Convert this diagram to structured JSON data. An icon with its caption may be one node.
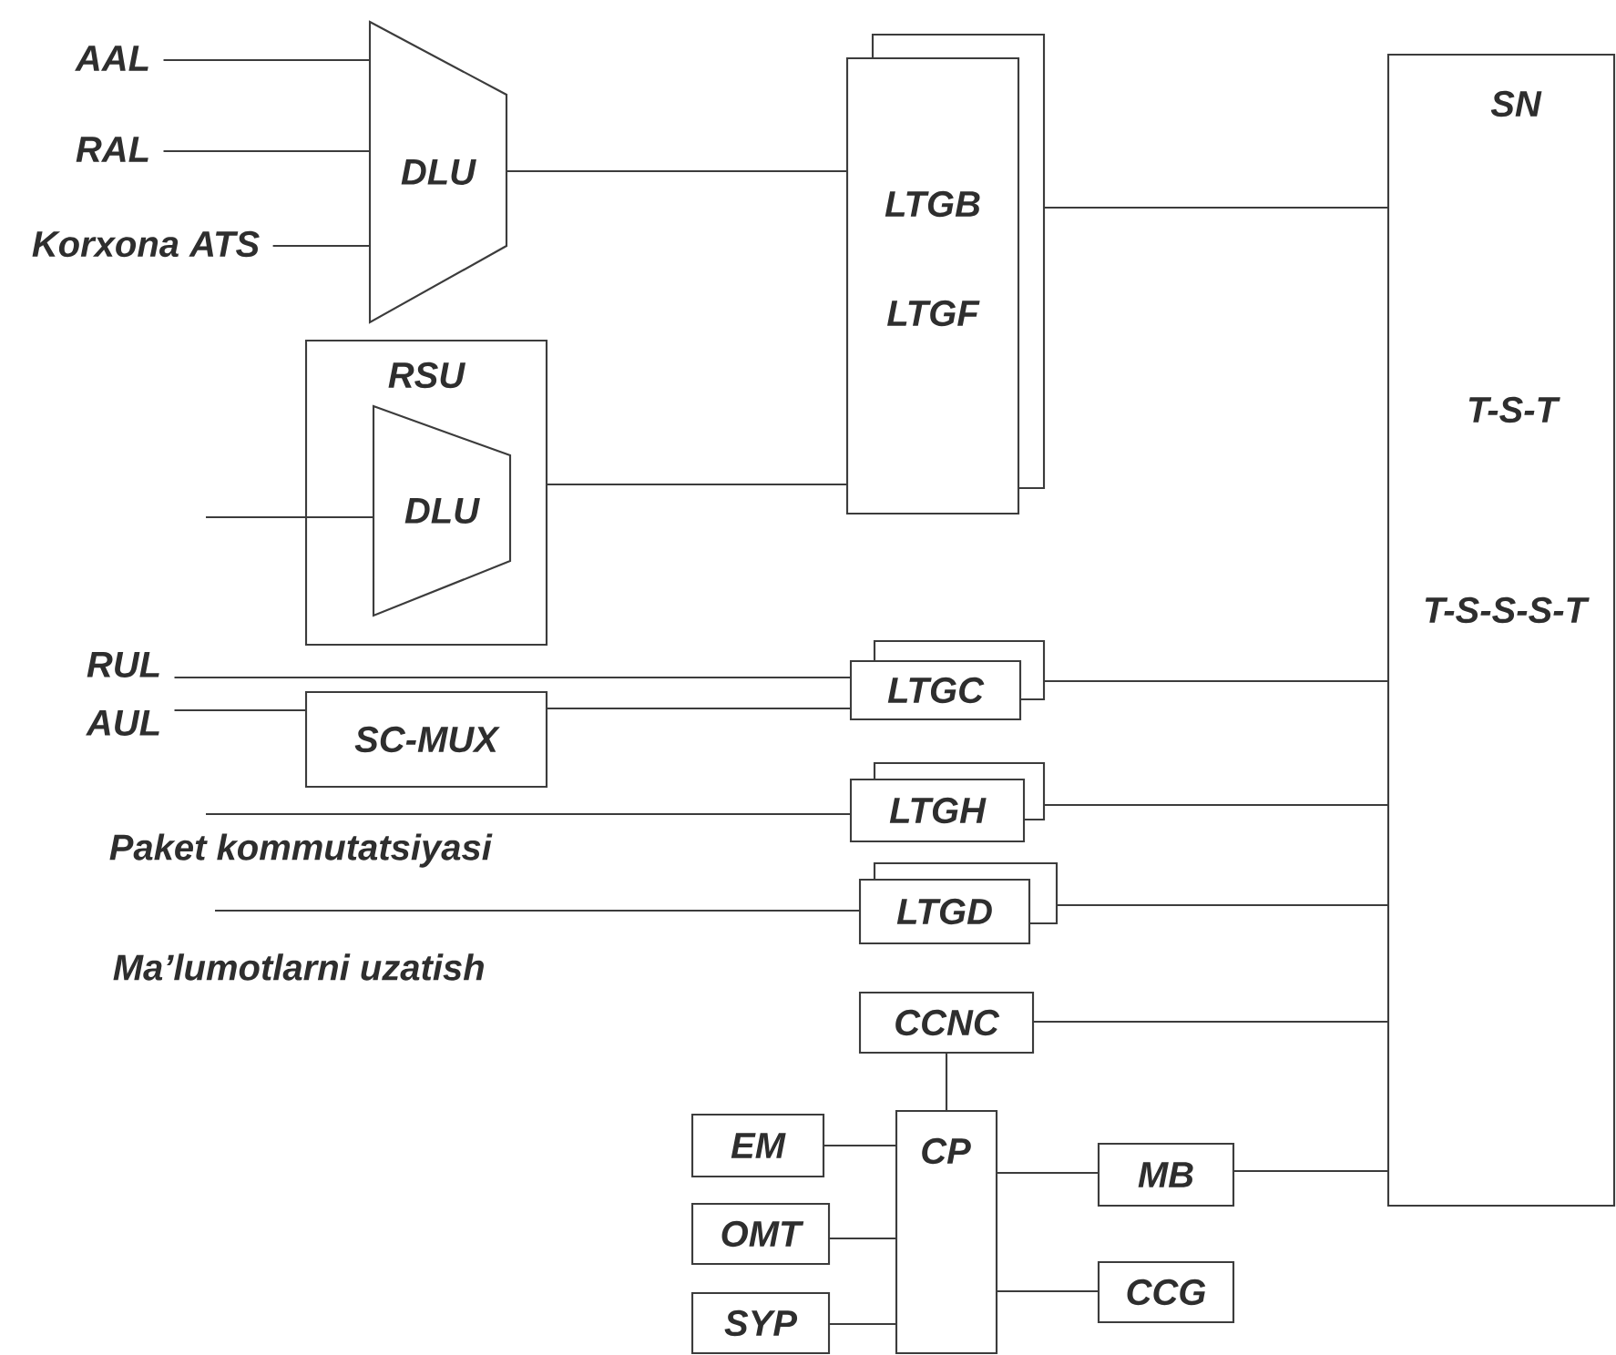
{
  "diagram": {
    "nodes": [
      {
        "text": [
          "AAL"
        ]
      },
      {
        "text": [
          "RAL"
        ]
      },
      {
        "text": [
          "Korxona ATS"
        ]
      },
      {
        "text": [
          "DLU"
        ]
      },
      {
        "text": [
          "RSU"
        ]
      },
      {
        "text": [
          "DLU"
        ],
        "in": 4
      },
      {
        "text": [
          "LTGB",
          "LTGF"
        ]
      },
      {
        "text": [
          "SN",
          "T-S-T",
          "T-S-S-S-T"
        ]
      },
      {
        "text": [
          "RUL"
        ]
      },
      {
        "text": [
          "AUL"
        ]
      },
      {
        "text": [
          "SC-MUX"
        ]
      },
      {
        "text": [
          "LTGC"
        ]
      },
      {
        "text": [
          "LTGH"
        ]
      },
      {
        "text": [
          "LTGD"
        ]
      },
      {
        "text": [
          "CCNC"
        ]
      },
      {
        "text": [
          "EM"
        ]
      },
      {
        "text": [
          "CP"
        ]
      },
      {
        "text": [
          "MB"
        ]
      },
      {
        "text": [
          "OMT"
        ]
      },
      {
        "text": [
          "SYP"
        ]
      },
      {
        "text": [
          "CCG"
        ]
      }
    ],
    "edges": [
      {
        "from": 0,
        "to": 3,
        "arrow": "none"
      },
      {
        "from": 1,
        "to": 3,
        "arrow": "none"
      },
      {
        "from": 2,
        "to": 3,
        "arrow": "none"
      },
      {
        "from": 3,
        "to": 6,
        "arrow": "none"
      },
      {
        "from": null,
        "to": 5,
        "arrow": "none"
      },
      {
        "from": 4,
        "to": 6,
        "arrow": "none"
      },
      {
        "from": 6,
        "to": 7,
        "arrow": "none"
      },
      {
        "from": 8,
        "to": 11,
        "arrow": "none"
      },
      {
        "from": 9,
        "to": 10,
        "arrow": "none"
      },
      {
        "from": 10,
        "to": 11,
        "arrow": "none"
      },
      {
        "from": 11,
        "to": 7,
        "arrow": "none"
      },
      {
        "from": null,
        "to": 12,
        "arrow": "none",
        "label": "Paket kommutatsiyasi"
      },
      {
        "from": 12,
        "to": 7,
        "arrow": "none"
      },
      {
        "from": null,
        "to": 13,
        "arrow": "none",
        "label": "Ma’lumotlarni uzatish"
      },
      {
        "from": 13,
        "to": 7,
        "arrow": "none"
      },
      {
        "from": 14,
        "to": 7,
        "arrow": "none"
      },
      {
        "from": 14,
        "to": 16,
        "arrow": "none"
      },
      {
        "from": 15,
        "to": 16,
        "arrow": "none"
      },
      {
        "from": 18,
        "to": 16,
        "arrow": "none"
      },
      {
        "from": 19,
        "to": 16,
        "arrow": "none"
      },
      {
        "from": 16,
        "to": 17,
        "arrow": "none"
      },
      {
        "from": 17,
        "to": 7,
        "arrow": "none"
      },
      {
        "from": 16,
        "to": 20,
        "arrow": "none"
      }
    ]
  }
}
